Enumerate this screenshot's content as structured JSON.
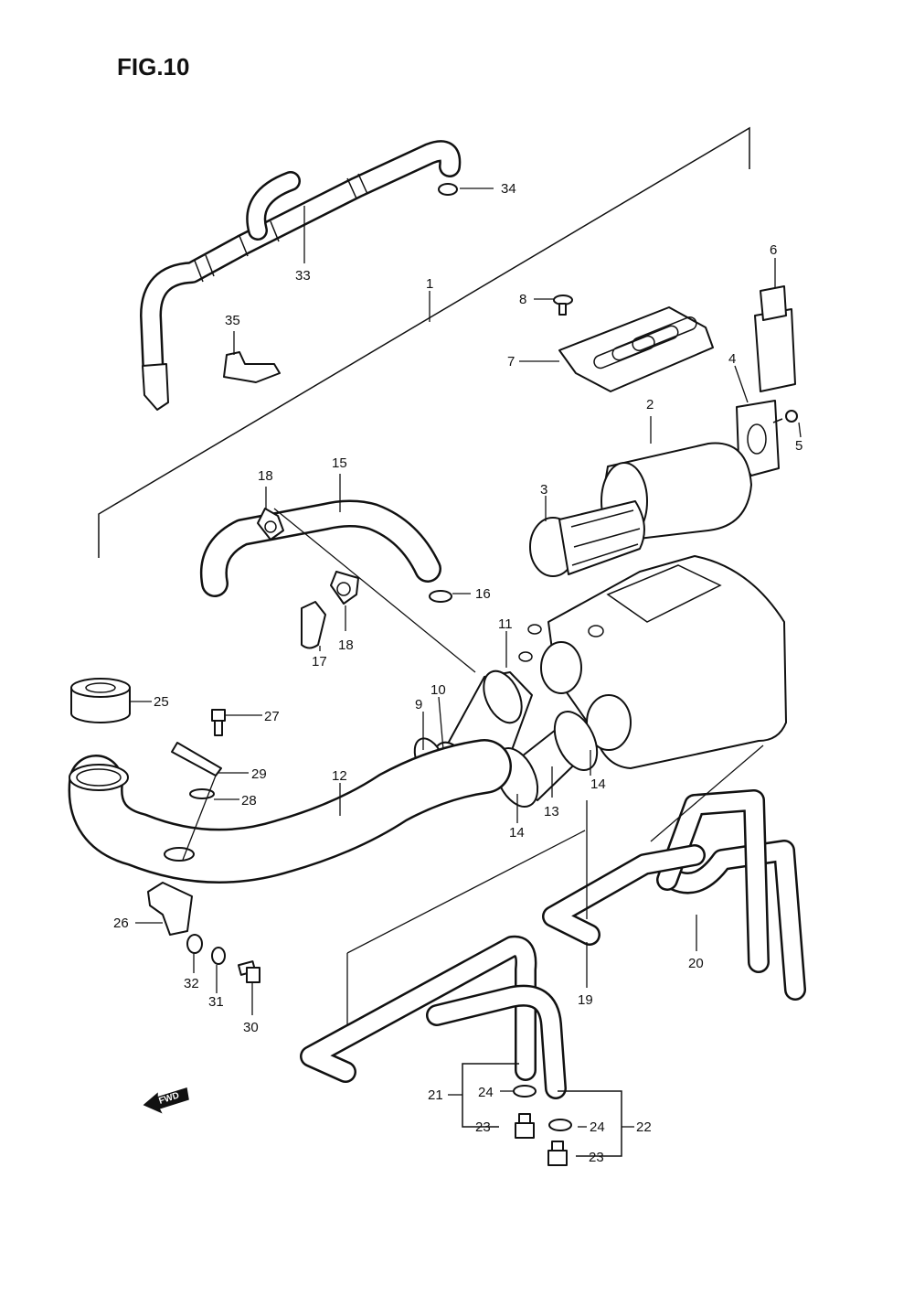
{
  "figure": {
    "title": "FIG.10",
    "fwd_label": "FWD"
  },
  "parts": {
    "p1": "1",
    "p2": "2",
    "p3": "3",
    "p4": "4",
    "p5": "5",
    "p6": "6",
    "p7": "7",
    "p8": "8",
    "p9": "9",
    "p10": "10",
    "p11": "11",
    "p12": "12",
    "p13": "13",
    "p14a": "14",
    "p14b": "14",
    "p15": "15",
    "p16": "16",
    "p17": "17",
    "p18a": "18",
    "p18b": "18",
    "p19": "19",
    "p20": "20",
    "p21": "21",
    "p22": "22",
    "p23a": "23",
    "p23b": "23",
    "p24a": "24",
    "p24b": "24",
    "p25": "25",
    "p26": "26",
    "p27": "27",
    "p28": "28",
    "p29": "29",
    "p30": "30",
    "p31": "31",
    "p32": "32",
    "p33": "33",
    "p34": "34",
    "p35": "35"
  }
}
